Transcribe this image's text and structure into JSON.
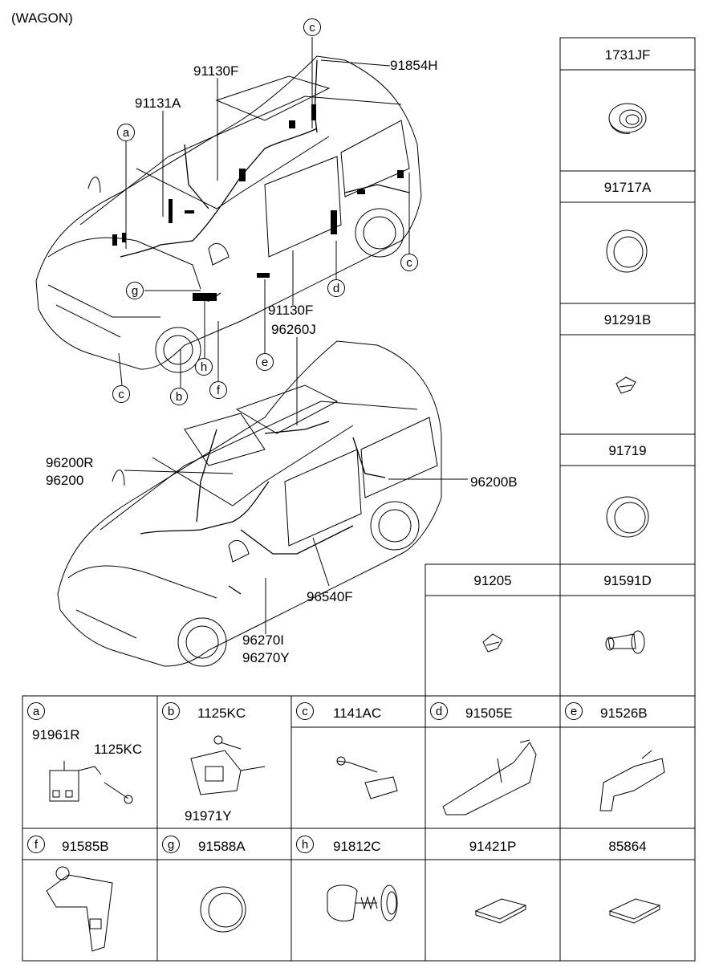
{
  "header": {
    "variant": "(WAGON)"
  },
  "top_view": {
    "labels": {
      "l_91130F_top": "91130F",
      "l_91854H": "91854H",
      "l_91131A": "91131A",
      "l_91130F_mid": "91130F",
      "l_96260J": "96260J"
    },
    "callouts": {
      "c1": "c",
      "a": "a",
      "c2": "c",
      "g": "g",
      "d": "d",
      "e": "e",
      "h": "h",
      "f": "f",
      "b": "b",
      "c3": "c"
    }
  },
  "bottom_view": {
    "labels": {
      "l_96200R": "96200R",
      "l_96200": "96200",
      "l_96200B": "96200B",
      "l_96540F": "96540F",
      "l_96270I": "96270I",
      "l_96270Y": "96270Y"
    }
  },
  "right_column": [
    {
      "code": "1731JF"
    },
    {
      "code": "91717A"
    },
    {
      "code": "91291B"
    },
    {
      "code": "91719"
    },
    {
      "code": "91591D"
    }
  ],
  "cell_91205": {
    "code": "91205"
  },
  "grid": {
    "a": {
      "letter": "a",
      "part1": "91961R",
      "part2": "1125KC"
    },
    "b": {
      "letter": "b",
      "code": "1125KC",
      "part2": "91971Y"
    },
    "c": {
      "letter": "c",
      "code": "1141AC"
    },
    "d": {
      "letter": "d",
      "code": "91505E"
    },
    "e": {
      "letter": "e",
      "code": "91526B"
    },
    "f": {
      "letter": "f",
      "code": "91585B"
    },
    "g": {
      "letter": "g",
      "code": "91588A"
    },
    "h": {
      "letter": "h",
      "code": "91812C"
    },
    "p1": {
      "code": "91421P"
    },
    "p2": {
      "code": "85864"
    }
  }
}
